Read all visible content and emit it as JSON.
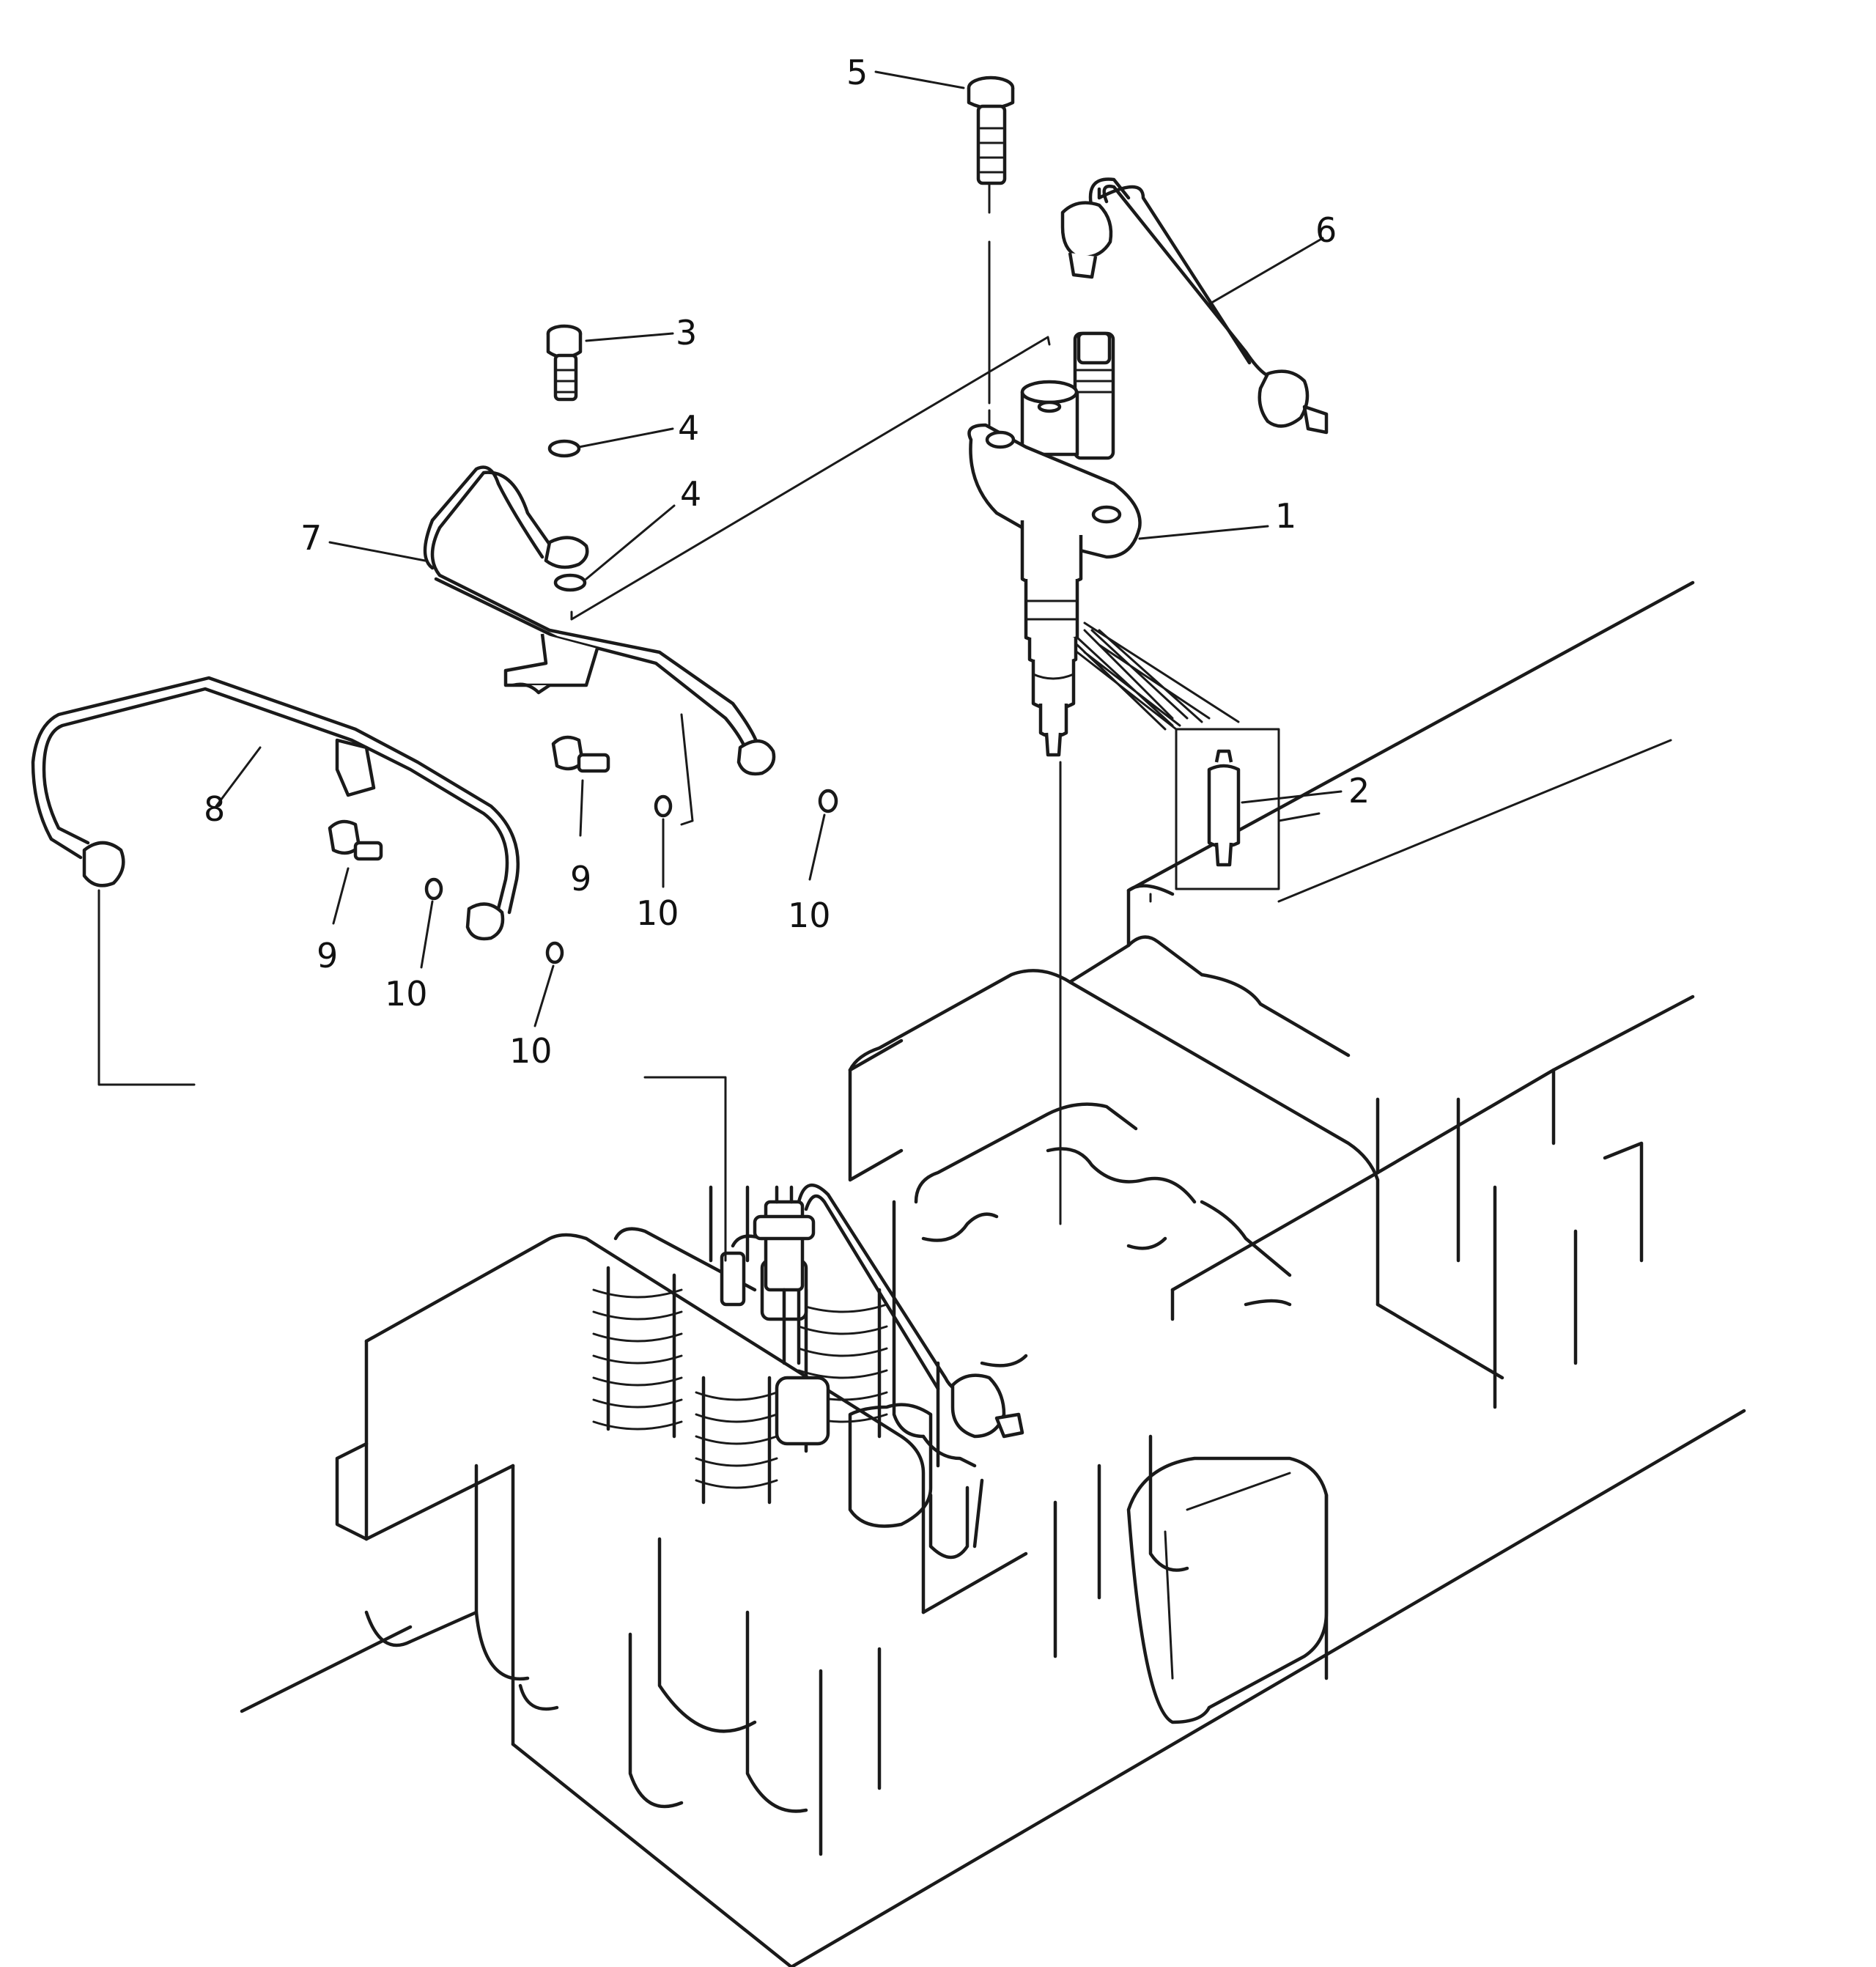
{
  "diagram": {
    "callouts": [
      {
        "id": "c1",
        "label": "1"
      },
      {
        "id": "c2",
        "label": "2"
      },
      {
        "id": "c3",
        "label": "3"
      },
      {
        "id": "c4a",
        "label": "4"
      },
      {
        "id": "c4b",
        "label": "4"
      },
      {
        "id": "c5",
        "label": "5"
      },
      {
        "id": "c6",
        "label": "6"
      },
      {
        "id": "c7",
        "label": "7"
      },
      {
        "id": "c8",
        "label": "8"
      },
      {
        "id": "c9a",
        "label": "9"
      },
      {
        "id": "c9b",
        "label": "9"
      },
      {
        "id": "c10a",
        "label": "10"
      },
      {
        "id": "c10b",
        "label": "10"
      },
      {
        "id": "c10c",
        "label": "10"
      },
      {
        "id": "c10d",
        "label": "10"
      }
    ]
  }
}
